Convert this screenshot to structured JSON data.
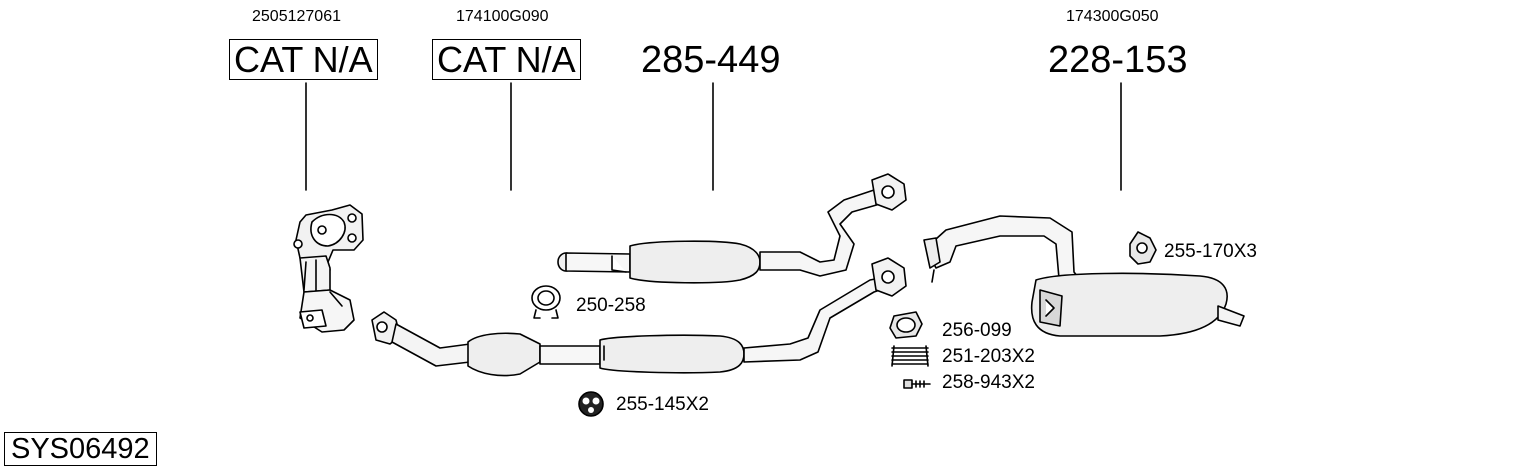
{
  "components": {
    "manifold_cat": {
      "code": "2505127061",
      "label": "CAT N/A"
    },
    "front_cat": {
      "code": "174100G090",
      "label": "CAT N/A"
    },
    "center_pipe": {
      "code": "",
      "label": "285-449"
    },
    "rear_silencer": {
      "code": "174300G050",
      "label": "228-153"
    }
  },
  "accessories": [
    {
      "name": "clamp",
      "label": "250-258"
    },
    {
      "name": "rubber-mount-round",
      "label": "255-145X2"
    },
    {
      "name": "gasket",
      "label": "256-099"
    },
    {
      "name": "spring",
      "label": "251-203X2"
    },
    {
      "name": "bolt",
      "label": "258-943X2"
    },
    {
      "name": "rubber-mount-rear",
      "label": "255-170X3"
    }
  ],
  "system_id": "SYS06492"
}
